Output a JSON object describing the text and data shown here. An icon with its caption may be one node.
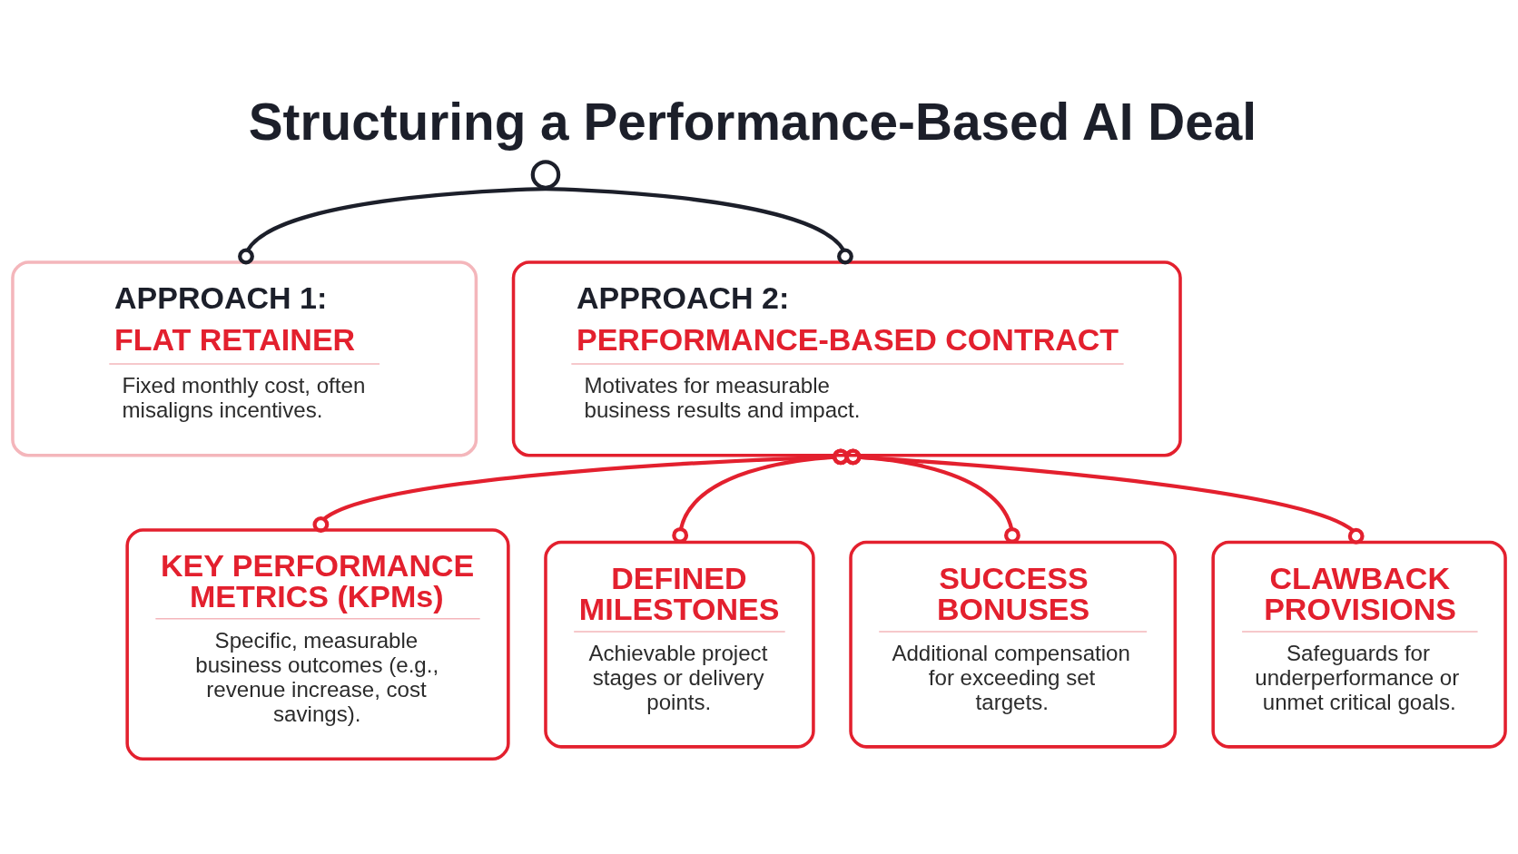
{
  "diagram": {
    "title": "Structuring a Performance-Based AI Deal",
    "nodes": [
      {
        "text": [],
        "shape": "circle"
      },
      {
        "text": [
          "APPROACH 1:",
          "FLAT RETAINER",
          "Fixed monthly cost, often misaligns incentives."
        ]
      },
      {
        "text": [
          "APPROACH 2:",
          "PERFORMANCE-BASED CONTRACT",
          "Motivates for measurable business results and impact."
        ]
      },
      {
        "text": [
          "KEY PERFORMANCE METRICS (KPMs)",
          "Specific, measurable business outcomes (e.g., revenue increase, cost savings)."
        ]
      },
      {
        "text": [
          "DEFINED MILESTONES",
          "Achievable project stages or delivery points."
        ]
      },
      {
        "text": [
          "SUCCESS BONUSES",
          "Additional compensation for exceeding set targets."
        ]
      },
      {
        "text": [
          "CLAWBACK PROVISIONS",
          "Safeguards for underperformance or unmet critical goals."
        ]
      }
    ],
    "edges": [
      {
        "from": 0,
        "to": 1,
        "arrow": "other",
        "color": "#1c1f2a"
      },
      {
        "from": 0,
        "to": 2,
        "arrow": "other",
        "color": "#1c1f2a"
      },
      {
        "from": 2,
        "to": 3,
        "arrow": "other"
      },
      {
        "from": 2,
        "to": 4,
        "arrow": "other"
      },
      {
        "from": 2,
        "to": 5,
        "arrow": "other"
      },
      {
        "from": 2,
        "to": 6,
        "arrow": "other"
      }
    ]
  }
}
